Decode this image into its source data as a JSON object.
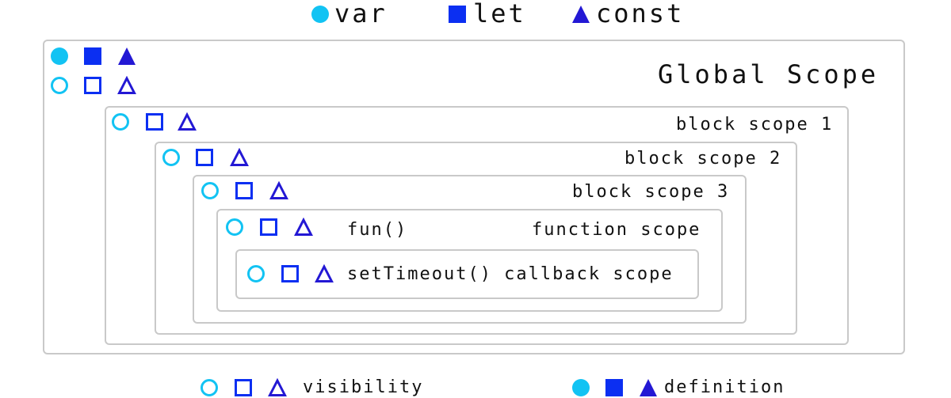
{
  "colors": {
    "var": "#12c3f3",
    "let": "#0b2ff2",
    "const": "#2318d4",
    "border": "#c9c9c9",
    "text": "#111111"
  },
  "legend_top": {
    "var": "var",
    "let": "let",
    "const": "const"
  },
  "scopes": {
    "global": "Global Scope",
    "block1": "block scope 1",
    "block2": "block scope 2",
    "block3": "block scope 3",
    "function_name": "fun()",
    "function": "function scope",
    "callback": "setTimeout() callback scope"
  },
  "legend_bottom": {
    "visibility": "visibility",
    "definition": "definition"
  },
  "icons": {
    "var_filled": "filled-circle-icon",
    "let_filled": "filled-square-icon",
    "const_filled": "filled-triangle-icon",
    "var_outline": "outline-circle-icon",
    "let_outline": "outline-square-icon",
    "const_outline": "outline-triangle-icon"
  }
}
